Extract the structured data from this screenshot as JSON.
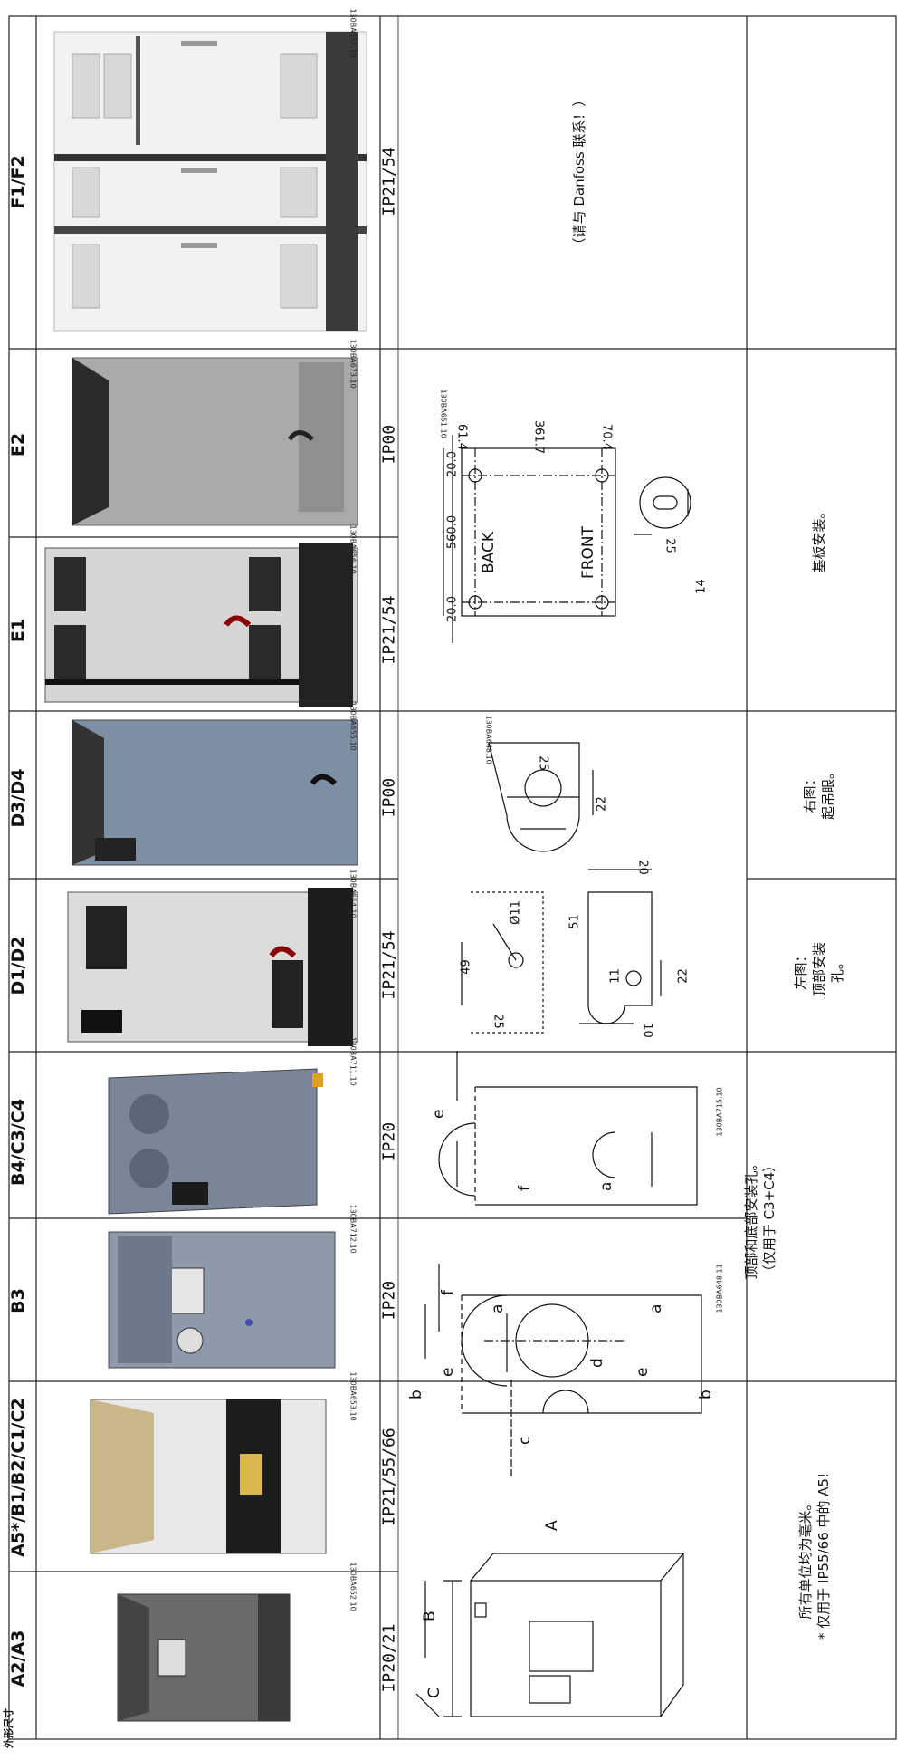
{
  "corner_label": "外形尺寸",
  "columns": [
    {
      "id": "a2a3",
      "header": "A2/A3",
      "ip": "IP20/21",
      "code": "130BA652.10"
    },
    {
      "id": "a5b1",
      "header": "A5*/B1/B2/C1/C2",
      "ip": "IP21/55/66",
      "code": "130BA653.10"
    },
    {
      "id": "b3",
      "header": "B3",
      "ip": "IP20",
      "code": "130BA712.10"
    },
    {
      "id": "b4",
      "header": "B4/C3/C4",
      "ip": "IP20",
      "code": "130BA711.10"
    },
    {
      "id": "d1",
      "header": "D1/D2",
      "ip": "IP21/54",
      "code": "130BA654.10"
    },
    {
      "id": "d3",
      "header": "D3/D4",
      "ip": "IP00",
      "code": "130BA655.10"
    },
    {
      "id": "e1",
      "header": "E1",
      "ip": "IP21/54",
      "code": "130BA656.10"
    },
    {
      "id": "e2",
      "header": "E2",
      "ip": "IP00",
      "code": "130BA673.10"
    },
    {
      "id": "f1",
      "header": "F1/F2",
      "ip": "IP21/54",
      "code": "130BA657.10"
    }
  ],
  "notes": {
    "units": "所有单位均为毫米。\n* 仅用于 IP55/66 中的 A5!",
    "top_bottom": "顶部和底部安装孔。\n（仅用于 C3+C4）",
    "left_img": "左图：\n顶部安装\n孔。",
    "right_img": "右图：\n起吊眼。",
    "base_plate": "基板安装。",
    "contact": "（请与 Danfoss 联系！）"
  },
  "drawings": {
    "a_labels": {
      "A": "A",
      "B": "B",
      "C": "C"
    },
    "b3_labels": {
      "a": "a",
      "b": "b",
      "c": "c",
      "d": "d",
      "e": "e",
      "f": "f",
      "code": "130BA648.11"
    },
    "b4_labels": {
      "a": "a",
      "e": "e",
      "f": "f",
      "code": "130BA715.10"
    },
    "d1_dims": {
      "d11": "Ø11",
      "d49": "49",
      "d25": "25",
      "d51": "51",
      "d11b": "11",
      "d22": "22",
      "d10": "10",
      "d20": "20"
    },
    "d3_dims": {
      "d25": "25",
      "d22": "22",
      "code": "130BA648.10"
    },
    "e_dims": {
      "d560": "560.0",
      "d20a": "20.0",
      "d20b": "20.0",
      "d61": "61.4",
      "d361": "361.7",
      "d70": "70.4",
      "back": "BACK",
      "front": "FRONT",
      "d25": "25",
      "d14": "14",
      "code": "130BA651.10"
    }
  }
}
